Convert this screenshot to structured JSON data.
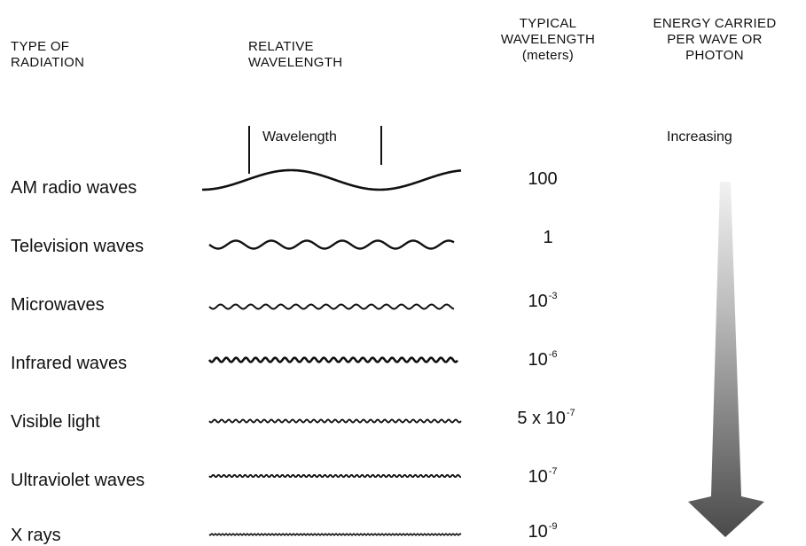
{
  "headers": {
    "type": [
      "TYPE OF",
      "RADIATION"
    ],
    "relative": [
      "RELATIVE",
      "WAVELENGTH"
    ],
    "typical": [
      "TYPICAL",
      "WAVELENGTH",
      "(meters)"
    ],
    "energy": [
      "ENERGY CARRIED",
      "PER WAVE OR",
      "PHOTON"
    ]
  },
  "wavelength_label": "Wavelength",
  "energy_label": "Increasing",
  "rows": [
    {
      "name": "AM radio waves",
      "base": "100",
      "exp": ""
    },
    {
      "name": "Television waves",
      "base": "1",
      "exp": ""
    },
    {
      "name": "Microwaves",
      "base": "10",
      "exp": "-3"
    },
    {
      "name": "Infrared waves",
      "base": "10",
      "exp": "-6"
    },
    {
      "name": "Visible light",
      "base": "5 x 10",
      "exp": "-7"
    },
    {
      "name": "Ultraviolet waves",
      "base": "10",
      "exp": "-7"
    },
    {
      "name": "X rays",
      "base": "10",
      "exp": "-9"
    }
  ],
  "colors": {
    "ink": "#111111",
    "arrow_dark": "#444444",
    "arrow_light": "#cfcfcf"
  }
}
